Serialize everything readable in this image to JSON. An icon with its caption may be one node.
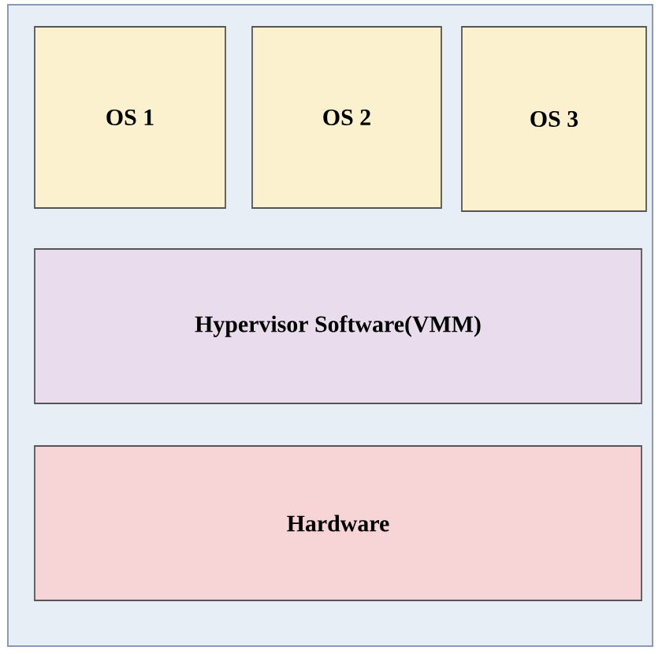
{
  "diagram": {
    "nodes": [
      {
        "text": [],
        "shape": "box"
      },
      {
        "text": [
          "OS 1"
        ],
        "in": 0
      },
      {
        "text": [
          "OS 2"
        ],
        "in": 0
      },
      {
        "text": [
          "OS 3"
        ],
        "in": 0
      },
      {
        "text": [
          "Hypervisor Software(VMM)"
        ],
        "in": 0
      },
      {
        "text": [
          "Hardware"
        ],
        "in": 0
      }
    ]
  }
}
